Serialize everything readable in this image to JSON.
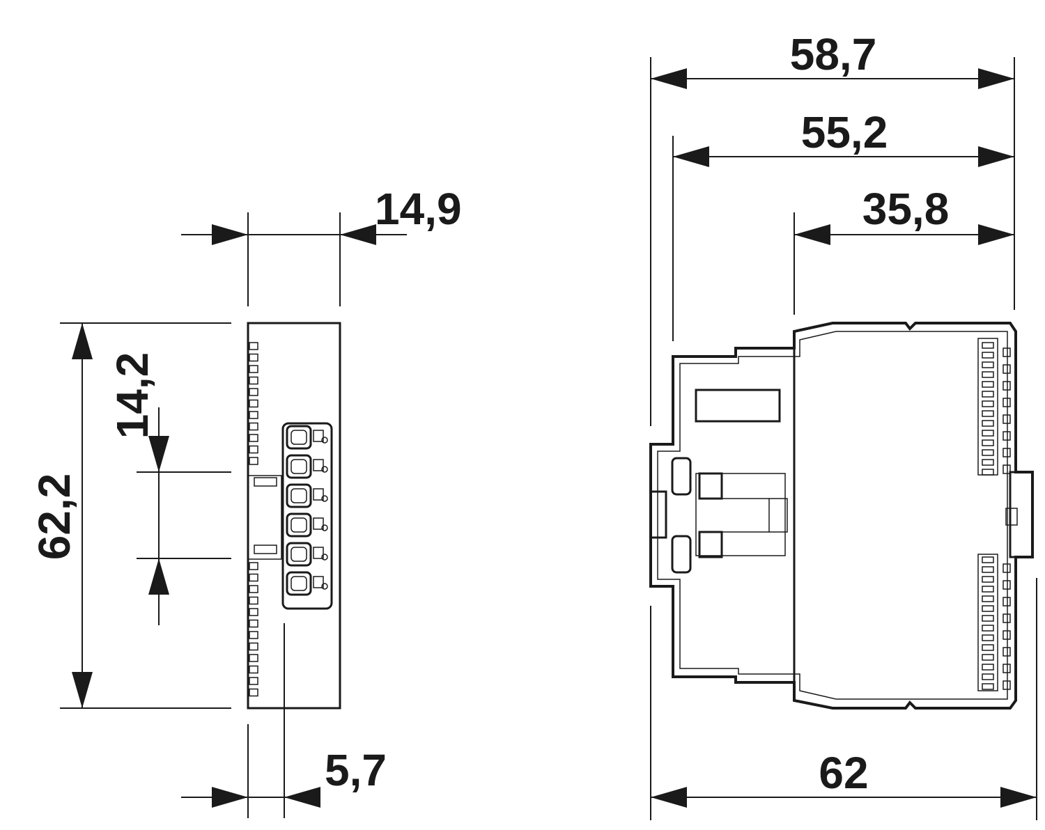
{
  "side_view": {
    "dimensions": {
      "depth": "14,9",
      "height": "62,2",
      "connector_height": "14,2",
      "offset": "5,7"
    }
  },
  "front_view": {
    "dimensions": {
      "width_top": "58,7",
      "width_mid": "55,2",
      "width_right": "35,8",
      "width_bottom": "62"
    }
  }
}
